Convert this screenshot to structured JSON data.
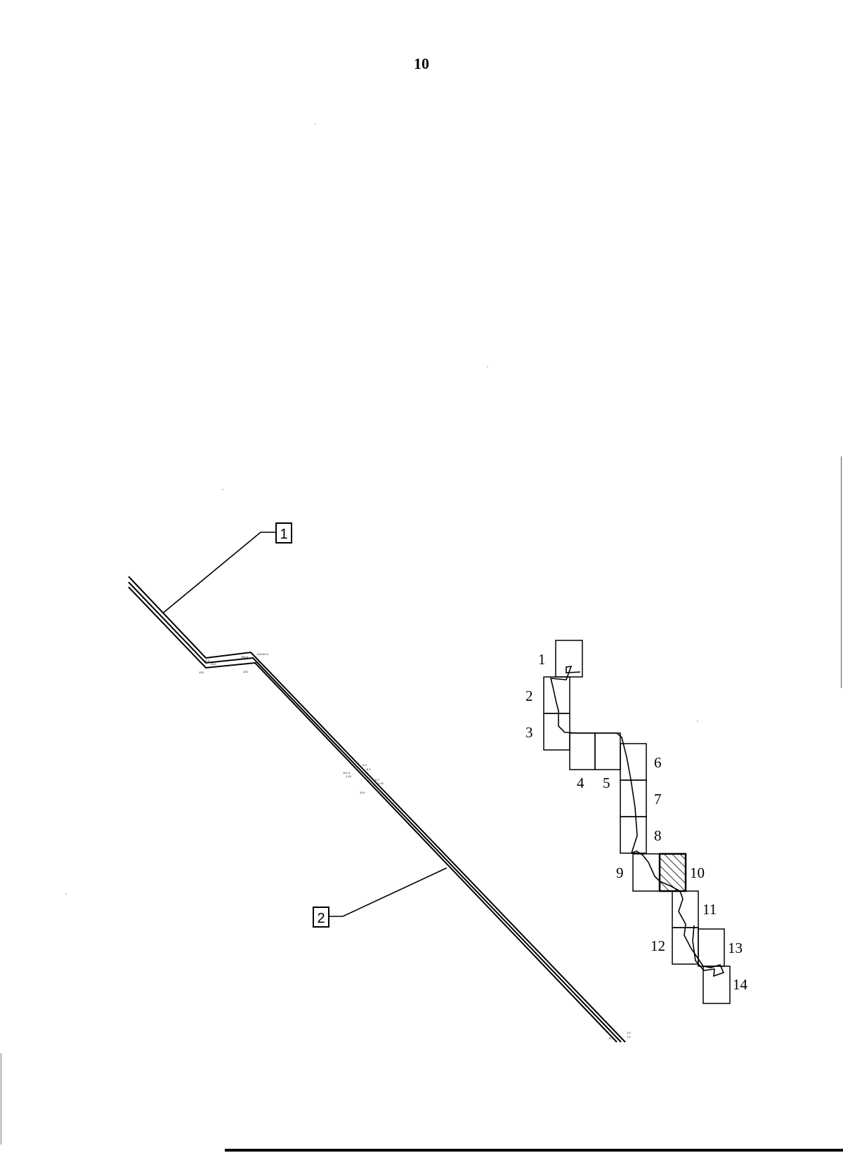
{
  "page": {
    "number": "10"
  },
  "callouts": [
    {
      "id": "callout-1",
      "label": "1"
    },
    {
      "id": "callout-2",
      "label": "2"
    }
  ],
  "annotations": {
    "bend_upper_left": [
      "6.3",
      "23.2",
      "123"
    ],
    "bend_upper_right": [
      "265.4",
      "019-01.0",
      "1.2",
      "123"
    ],
    "mid_upper": [
      "5.3",
      "6.3",
      "121.0",
      "1.15"
    ],
    "mid_lower": [
      "0.2",
      "1.15",
      "11.5"
    ],
    "end": [
      "1.0",
      "11.5",
      "1.2"
    ]
  },
  "index_map": {
    "sheets": [
      {
        "label": "1"
      },
      {
        "label": "2"
      },
      {
        "label": "3"
      },
      {
        "label": "4"
      },
      {
        "label": "5"
      },
      {
        "label": "6"
      },
      {
        "label": "7"
      },
      {
        "label": "8"
      },
      {
        "label": "9"
      },
      {
        "label": "10",
        "highlighted": true
      },
      {
        "label": "11"
      },
      {
        "label": "12"
      },
      {
        "label": "13"
      },
      {
        "label": "14"
      }
    ]
  },
  "colors": {
    "ink": "#000000",
    "paper": "#ffffff"
  }
}
